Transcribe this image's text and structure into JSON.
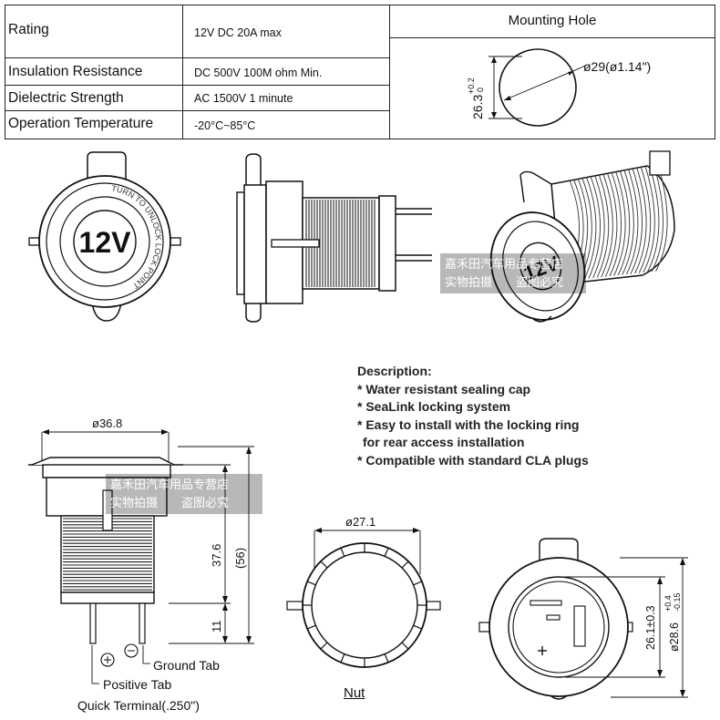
{
  "spec_table": {
    "rows": [
      {
        "label": "Rating",
        "value": "12V DC 20A max"
      },
      {
        "label": "Insulation Resistance",
        "value": "DC 500V 100M ohm Min."
      },
      {
        "label": "Dielectric Strength",
        "value": "AC 1500V 1 minute"
      },
      {
        "label": "Operation Temperature",
        "value": "-20°C~85°C"
      }
    ],
    "mounting_hole": {
      "title": "Mounting Hole",
      "diameter": "ø29(ø1.14\")",
      "height": "26.3",
      "height_tol_plus": "+0.2",
      "height_tol_minus": "0"
    }
  },
  "socket": {
    "voltage_label": "12V",
    "ring_text": "TURN TO UNLOCK LOCK POINT"
  },
  "description": {
    "title": "Description:",
    "items": [
      "* Water resistant sealing cap",
      "* SeaLink locking system",
      "* Easy to install with the locking ring",
      "  for rear access installation",
      "* Compatible with standard CLA plugs"
    ]
  },
  "watermark": {
    "line1": "嘉禾田汽车用品专营店",
    "line2": "实物拍摄　　盗图必究"
  },
  "side_drawing": {
    "diameter": "ø36.8",
    "length": "37.6",
    "total": "(56)",
    "terminal": "11",
    "ground_tab": "Ground Tab",
    "positive_tab": "Positive Tab",
    "quick_terminal": "Quick Terminal(.250\")"
  },
  "nut_drawing": {
    "diameter": "ø27.1",
    "label": "Nut"
  },
  "back_drawing": {
    "inner_diameter": "26.1±0.3",
    "outer_diameter": "ø28.6",
    "outer_tol_plus": "+0.4",
    "outer_tol_minus": "-0.15"
  }
}
